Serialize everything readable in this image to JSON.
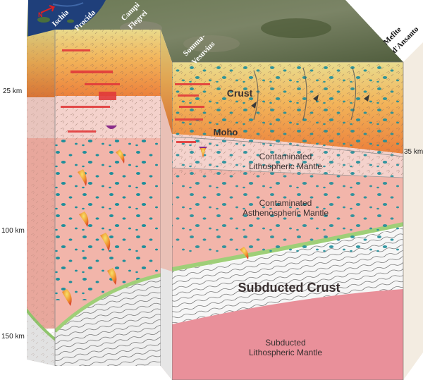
{
  "places": {
    "ischia": "Ischia",
    "procida": "Procida",
    "campi_flegrei_1": "Campi",
    "campi_flegrei_2": "Flegrei",
    "somma_vesuvius_1": "Somma-",
    "somma_vesuvius_2": "Vesuvius",
    "mefite_1": "Mefite",
    "mefite_2": "d'Ansanto"
  },
  "depths": {
    "d25": "25 km",
    "d35": "35 km",
    "d100": "100 km",
    "d150": "150 km"
  },
  "layers": {
    "crust": "Crust",
    "moho": "Moho",
    "clm_1": "Contaminated",
    "clm_2": "Lithospheric Mantle",
    "cam_1": "Contaminated",
    "cam_2": "Asthenospheric Mantle",
    "subducted_crust": "Subducted Crust",
    "slm_1": "Subducted",
    "slm_2": "Lithospheric Mantle"
  },
  "colors": {
    "sea": "#1f3f7a",
    "land": "#5c6e45",
    "crust_top": "#e8d98a",
    "crust_bottom": "#ee8a3c",
    "lithospheric_mantle": "#f4d2cc",
    "asthenospheric_mantle": "#f2b5aa",
    "slab_crust": "#f4f4f4",
    "slab_mantle": "#e9909a",
    "green_band": "#9fcf78",
    "blobs": "#1f8e9a",
    "melt": "#e23a3a"
  }
}
